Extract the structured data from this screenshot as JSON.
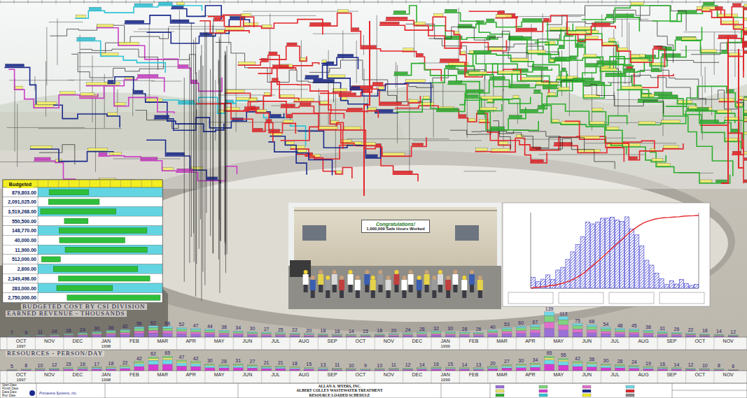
{
  "diagram": {
    "nodes": [
      {
        "text": [
          "Budgeted"
        ]
      },
      {
        "text": [
          "Congratulations!",
          "1,000,000 Safe Hours Worked"
        ]
      },
      {
        "text": [
          "ALLAN A. MYERS, INC.",
          "ALBERT COLLEY WASTEWATER TREATMENT",
          "RESOURCE LOADED SCHEDULE"
        ]
      }
    ],
    "labels": [
      "879,803.00",
      "2,091,025.00",
      "3,519,268.00",
      "550,500.00",
      "148,770.00",
      "40,000.00",
      "11,900.00",
      "512,000.00",
      "2,600.00",
      "2,349,496.00",
      "283,000.00",
      "2,750,000.00",
      "BUDGETED COST BY CSI DIVISION",
      "EARNED REVENUE - THOUSANDS",
      "RESOURCES - PERSON/DAY",
      "7",
      "9",
      "11",
      "14",
      "18",
      "24",
      "30",
      "36",
      "42",
      "56",
      "62",
      "58",
      "52",
      "47",
      "44",
      "38",
      "34",
      "30",
      "27",
      "25",
      "22",
      "20",
      "18",
      "16",
      "14",
      "15",
      "18",
      "20",
      "24",
      "28",
      "32",
      "30",
      "28",
      "26",
      "40",
      "53",
      "60",
      "67",
      "139",
      "113",
      "75",
      "68",
      "54",
      "48",
      "45",
      "38",
      "31",
      "26",
      "22",
      "18",
      "14",
      "12",
      "OCT",
      "NOV",
      "DEC",
      "JAN",
      "FEB",
      "MAR",
      "APR",
      "MAY",
      "JUN",
      "JUL",
      "AUG",
      "SEP",
      "OCT",
      "NOV",
      "DEC",
      "JAN",
      "FEB",
      "MAR",
      "APR",
      "MAY",
      "JUN",
      "JUL",
      "AUG",
      "SEP",
      "OCT",
      "NOV",
      "1997",
      "1998",
      "1999",
      "5",
      "8",
      "10",
      "12",
      "15",
      "16",
      "17",
      "18",
      "22",
      "42",
      "62",
      "65",
      "47",
      "42",
      "30",
      "28",
      "31",
      "27",
      "21",
      "21",
      "18",
      "15",
      "13",
      "11",
      "10",
      "9",
      "10",
      "11",
      "12",
      "14",
      "16",
      "15",
      "14",
      "13",
      "20",
      "27",
      "30",
      "34",
      "65",
      "55",
      "42",
      "38",
      "30",
      "28",
      "24",
      "19",
      "16",
      "14",
      "12",
      "10",
      "8",
      "6",
      "OCT",
      "NOV",
      "DEC",
      "JAN",
      "FEB",
      "MAR",
      "APR",
      "MAY",
      "JUN",
      "JUL",
      "AUG",
      "SEP",
      "OCT",
      "NOV",
      "DEC",
      "JAN",
      "FEB",
      "MAR",
      "APR",
      "MAY",
      "JUN",
      "JUL",
      "AUG",
      "SEP",
      "OCT",
      "NOV",
      "1997",
      "1998",
      "1999",
      "Start Date",
      "Finish Date",
      "Data Date",
      "Run Date",
      "Primavera Systems, Inc."
    ]
  }
}
